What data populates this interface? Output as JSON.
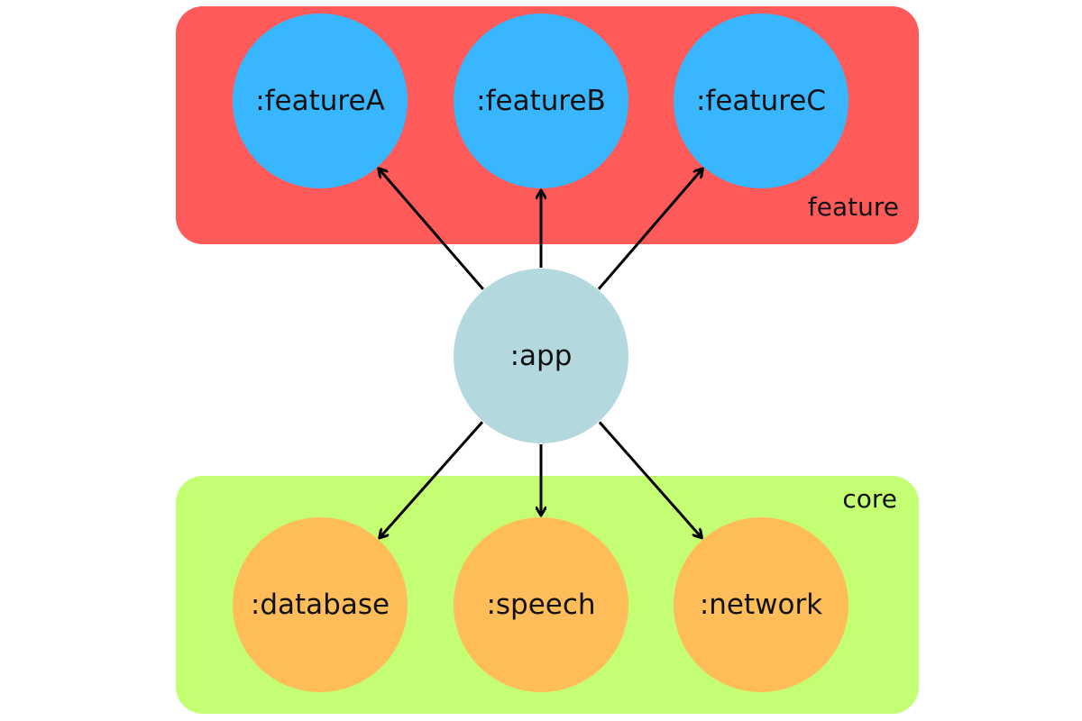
{
  "colors": {
    "feature_group": "#ff5a5a",
    "core_group": "#c4ff73",
    "feature_node": "#38b6ff",
    "app_node": "#b3d9df",
    "core_node": "#ffbd59",
    "arrow": "#000000",
    "text": "#111111"
  },
  "groups": {
    "feature": {
      "label": "feature"
    },
    "core": {
      "label": "core"
    }
  },
  "nodes": {
    "featureA": ":featureA",
    "featureB": ":featureB",
    "featureC": ":featureC",
    "app": ":app",
    "database": ":database",
    "speech": ":speech",
    "network": ":network"
  },
  "edges": [
    {
      "from": "app",
      "to": "featureA"
    },
    {
      "from": "app",
      "to": "featureB"
    },
    {
      "from": "app",
      "to": "featureC"
    },
    {
      "from": "app",
      "to": "database"
    },
    {
      "from": "app",
      "to": "speech"
    },
    {
      "from": "app",
      "to": "network"
    }
  ]
}
